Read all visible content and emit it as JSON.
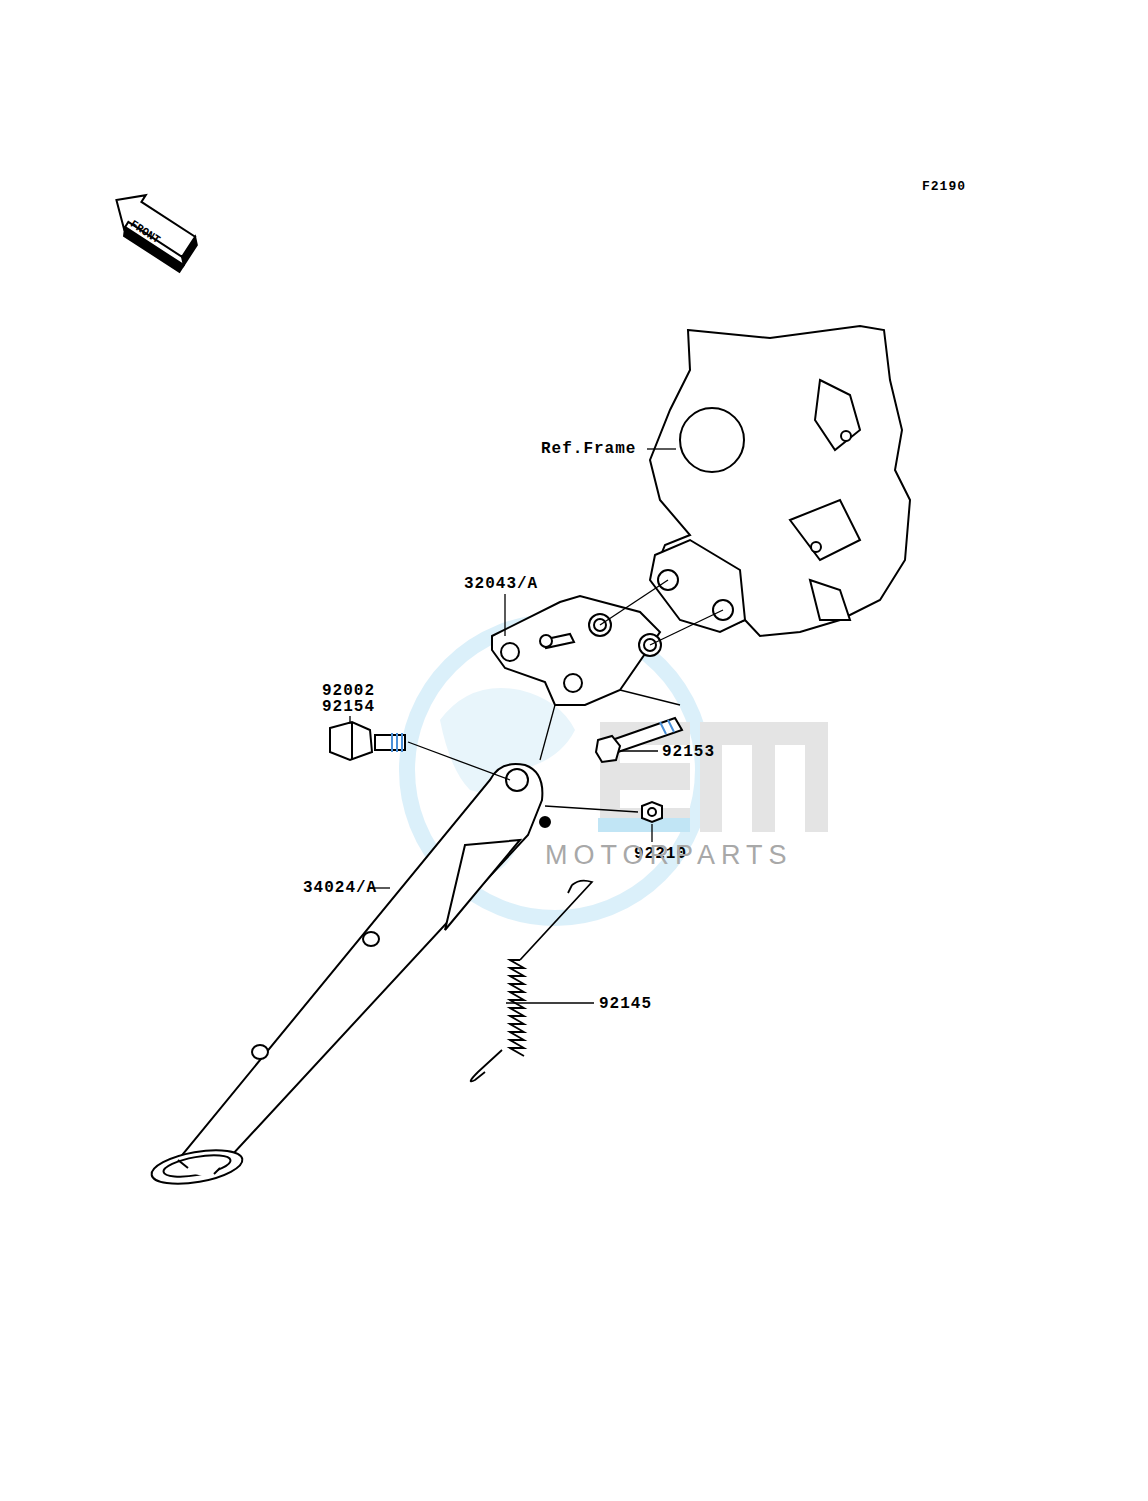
{
  "diagram": {
    "labels": [
      "F2190",
      "FRONT",
      "Ref.Frame",
      "32043/A",
      "92002",
      "92154",
      "92153",
      "92210",
      "34024/A",
      "92145",
      "MOTORPARTS"
    ]
  }
}
